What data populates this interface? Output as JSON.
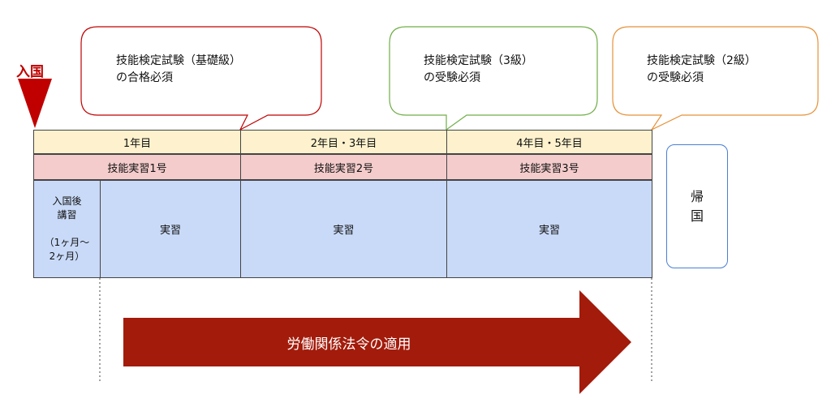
{
  "entry": {
    "label": "入国"
  },
  "callouts": [
    {
      "text": "技能検定試験（基礎級）\nの合格必須",
      "border_color": "#c00000"
    },
    {
      "text": "技能検定試験（3級）\nの受験必須",
      "border_color": "#70ad47"
    },
    {
      "text": "技能検定試験（2級）\nの受験必須",
      "border_color": "#e69138"
    }
  ],
  "years": [
    "1年目",
    "2年目・3年目",
    "4年目・5年目"
  ],
  "phases": [
    "技能実習1号",
    "技能実習2号",
    "技能実習3号"
  ],
  "training": {
    "pre": "入国後\n講習\n\n（1ヶ月～\n2ヶ月）",
    "cells": [
      "実習",
      "実習",
      "実習"
    ]
  },
  "return": {
    "label": "帰\n国",
    "border_color": "#4a7fd4"
  },
  "arrow": {
    "label": "労働関係法令の適用",
    "color": "#a31b0b"
  },
  "colors": {
    "year_row": "#fdf2cd",
    "phase_row": "#f4cccc",
    "training_row": "#c9daf8",
    "entry_marker": "#c00000"
  }
}
